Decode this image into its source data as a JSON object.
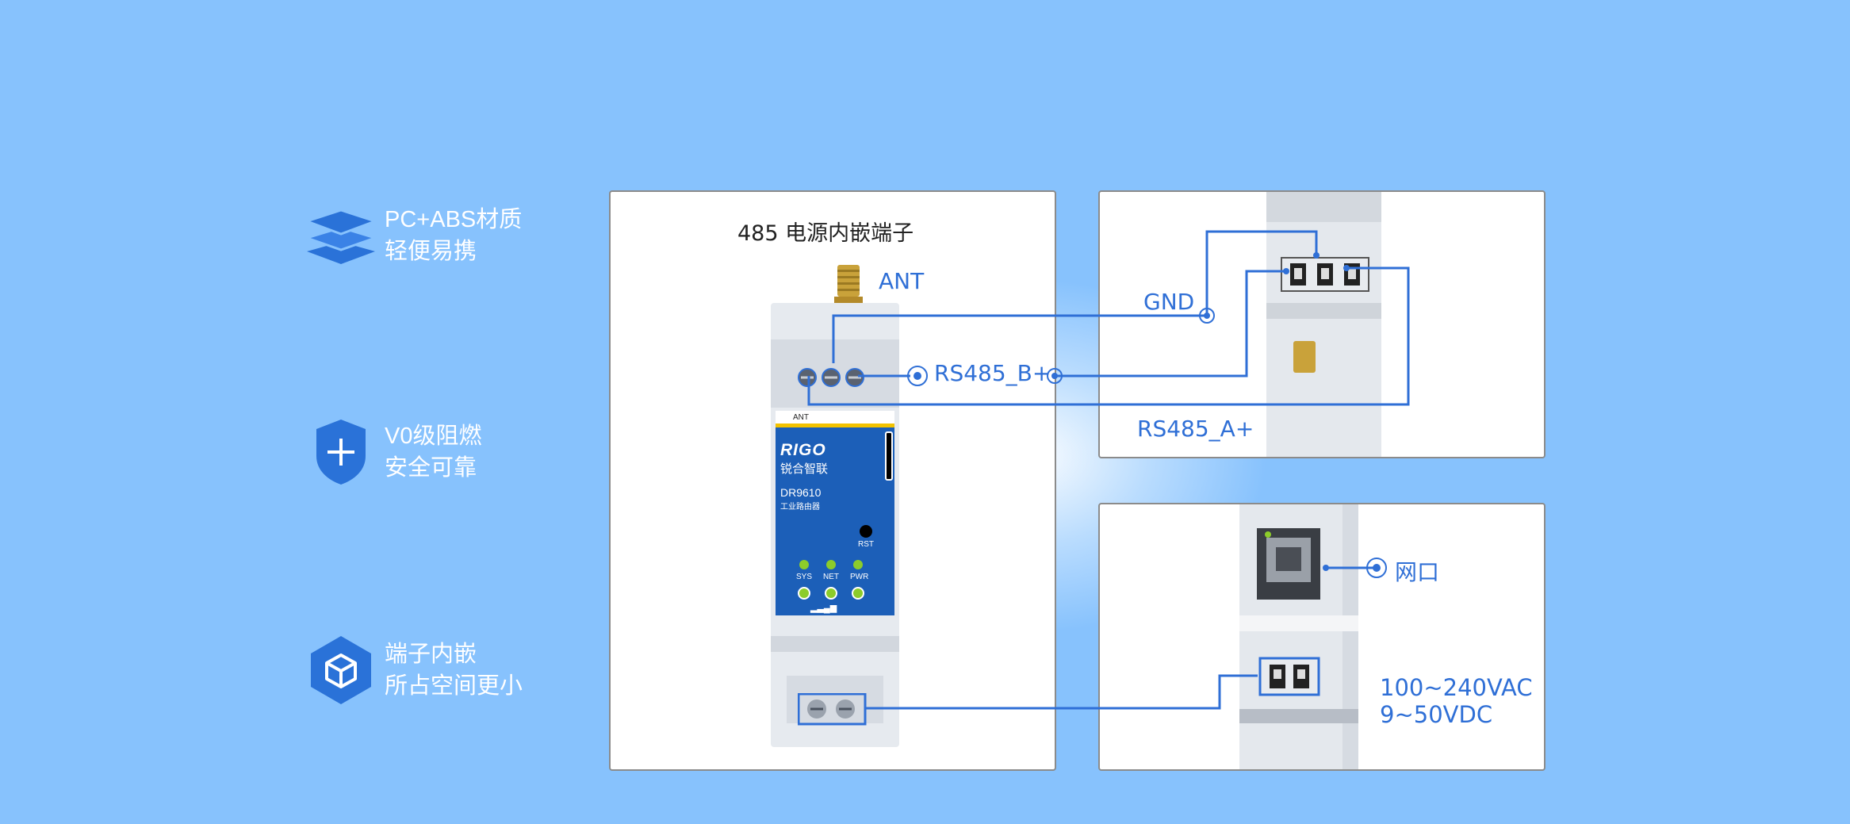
{
  "features": [
    {
      "icon": "layers-icon",
      "line1": "PC+ABS材质",
      "line2": "轻便易携"
    },
    {
      "icon": "shield-plus-icon",
      "line1": "V0级阻燃",
      "line2": "安全可靠"
    },
    {
      "icon": "cube-hexagon-icon",
      "line1": "端子内嵌",
      "line2": "所占空间更小"
    }
  ],
  "main_panel": {
    "title": "485 电源内嵌端子",
    "labels": {
      "ant": "ANT",
      "rs485_b": "RS485_B+"
    },
    "device": {
      "strip_label": "ANT",
      "brand_logo": "RIGO",
      "brand_cn": "锐合智联",
      "model": "DR9610",
      "model_desc": "工业路由器",
      "rst": "RST",
      "leds": [
        "SYS",
        "NET",
        "PWR"
      ]
    }
  },
  "top_right_panel": {
    "gnd": "GND",
    "rs485_a": "RS485_A+"
  },
  "bottom_right_panel": {
    "port": "网口",
    "power_ac": "100~240VAC",
    "power_dc": "9~50VDC"
  },
  "colors": {
    "background": "#87c2fd",
    "accent": "#2f6fd6",
    "device_blue": "#1c5fb8",
    "icon_blue": "#2a72d8"
  }
}
